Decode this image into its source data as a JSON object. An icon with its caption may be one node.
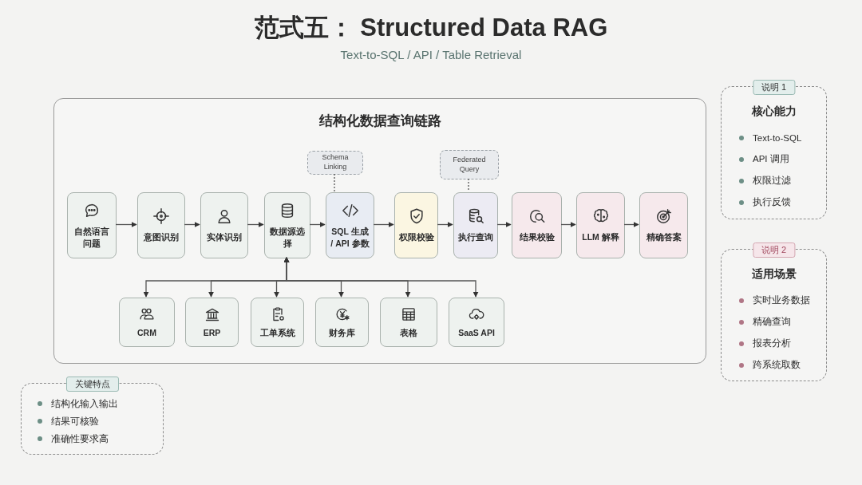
{
  "diagram": {
    "title": "范式五： Structured Data RAG",
    "nodes": [
      {
        "text": [
          "结构化数据查询链路"
        ]
      },
      {
        "text": [
          "自然语言问题"
        ],
        "in": 0
      },
      {
        "text": [
          "意图识别"
        ],
        "in": 0
      },
      {
        "text": [
          "实体识别"
        ],
        "in": 0
      },
      {
        "text": [
          "数据源选择"
        ],
        "in": 0
      },
      {
        "text": [
          "SQL 生成 / API 参数"
        ],
        "in": 0
      },
      {
        "text": [
          "权限校验"
        ],
        "in": 0
      },
      {
        "text": [
          "执行查询"
        ],
        "in": 0
      },
      {
        "text": [
          "结果校验"
        ],
        "in": 0
      },
      {
        "text": [
          "LLM 解释"
        ],
        "in": 0
      },
      {
        "text": [
          "精确答案"
        ],
        "in": 0
      },
      {
        "text": [
          "Schema Linking"
        ],
        "in": 0
      },
      {
        "text": [
          "Federated Query"
        ],
        "in": 0
      },
      {
        "text": [
          "CRM"
        ],
        "in": 0
      },
      {
        "text": [
          "ERP"
        ],
        "in": 0
      },
      {
        "text": [
          "工单系统"
        ],
        "in": 0
      },
      {
        "text": [
          "财务库"
        ],
        "in": 0
      },
      {
        "text": [
          "表格"
        ],
        "in": 0
      },
      {
        "text": [
          "SaaS API"
        ],
        "in": 0
      },
      {
        "text": [
          "说明 1",
          "核心能力",
          "Text-to-SQL",
          "API 调用",
          "权限过滤",
          "执行反馈"
        ]
      },
      {
        "text": [
          "说明 2",
          "适用场景",
          "实时业务数据",
          "精确查询",
          "报表分析",
          "跨系统取数"
        ]
      },
      {
        "text": [
          "关键特点",
          "结构化输入输出",
          "结果可核验",
          "准确性要求高"
        ]
      }
    ],
    "edges": [
      {
        "from": 1,
        "to": 2,
        "arrow": "to"
      },
      {
        "from": 2,
        "to": 3,
        "arrow": "to"
      },
      {
        "from": 3,
        "to": 4,
        "arrow": "to"
      },
      {
        "from": 4,
        "to": 5,
        "arrow": "to"
      },
      {
        "from": 5,
        "to": 6,
        "arrow": "to"
      },
      {
        "from": 6,
        "to": 7,
        "arrow": "to"
      },
      {
        "from": 7,
        "to": 8,
        "arrow": "to"
      },
      {
        "from": 8,
        "to": 9,
        "arrow": "to"
      },
      {
        "from": 9,
        "to": 10,
        "arrow": "to"
      },
      {
        "from": 11,
        "to": 5,
        "arrow": "none",
        "style": "dashed"
      },
      {
        "from": 12,
        "to": 7,
        "arrow": "none",
        "style": "dashed"
      },
      {
        "from": 4,
        "to": 13,
        "arrow": "both"
      },
      {
        "from": 4,
        "to": 14,
        "arrow": "both"
      },
      {
        "from": 4,
        "to": 15,
        "arrow": "both"
      },
      {
        "from": 4,
        "to": 16,
        "arrow": "both"
      },
      {
        "from": 4,
        "to": 17,
        "arrow": "both"
      },
      {
        "from": 4,
        "to": 18,
        "arrow": "both"
      }
    ],
    "labels": [
      "Text-to-SQL / API / Table Retrieval"
    ]
  }
}
